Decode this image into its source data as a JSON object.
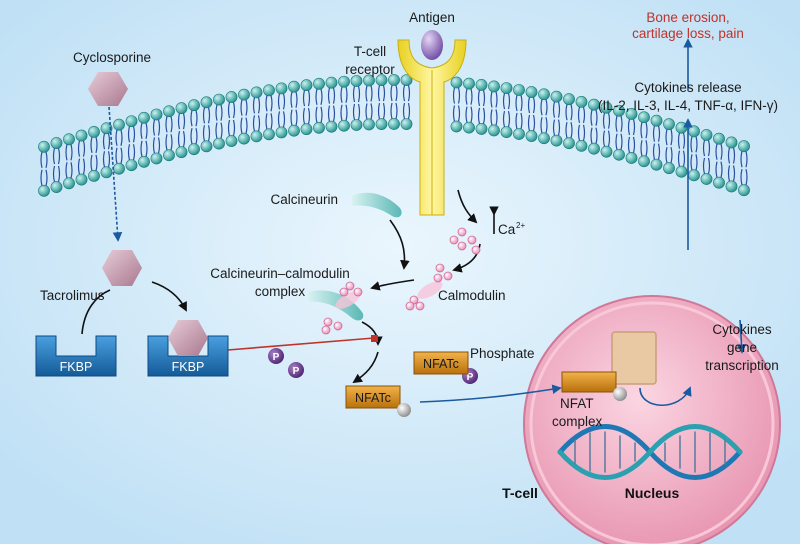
{
  "labels": {
    "antigen": "Antigen",
    "tcell_receptor_1": "T-cell",
    "tcell_receptor_2": "receptor",
    "cyclosporine": "Cyclosporine",
    "bone_1": "Bone erosion,",
    "bone_2": "cartilage loss, pain",
    "cytokines_release": "Cytokines release",
    "cytokines_list": "(IL-2, IL-3, IL-4, TNF-α, IFN-γ)",
    "calcineurin": "Calcineurin",
    "ca": "Ca",
    "ca_sup": "2+",
    "cc_complex_1": "Calcineurin–calmodulin",
    "cc_complex_2": "complex",
    "calmodulin": "Calmodulin",
    "tacrolimus": "Tacrolimus",
    "fkbp_1": "FKBP",
    "fkbp_2": "FKBP",
    "phosphate": "Phosphate",
    "nfatc_1": "NFATc",
    "nfatc_2": "NFATc",
    "p": "P",
    "gene_1": "Cytokines",
    "gene_2": "gene",
    "gene_3": "transcription",
    "nfat_complex_1": "NFAT",
    "nfat_complex_2": "complex",
    "tcell": "T-cell",
    "nucleus": "Nucleus"
  },
  "colors": {
    "background": "#cfe8f7",
    "membrane_head": "#3fb4b0",
    "tail": "#2a4fa0",
    "receptor": "#f0e040",
    "antigen": "#9a7cc0",
    "drug": "#c9a0b8",
    "fkbp": "#1f72b8",
    "calmodulin": "#f0a8c8",
    "calcineurin": "#7cc9c8",
    "nfatc": "#d98f1a",
    "phosphate": "#6a3c90",
    "nucleus": "#f4b4c8",
    "arrow": "#1a5aa0",
    "inhibit": "#c0322a",
    "label_red": "#c0322a"
  }
}
